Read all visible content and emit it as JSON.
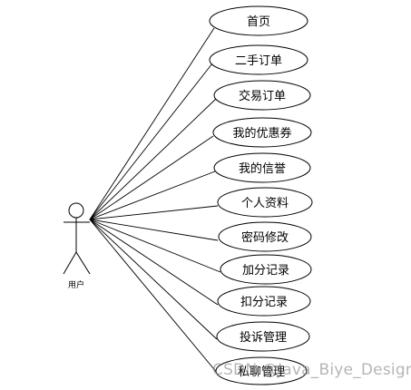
{
  "actor": {
    "label": "用户"
  },
  "use_cases": [
    "首页",
    "二手订单",
    "交易订单",
    "我的优惠券",
    "我的信誉",
    "个人资料",
    "密码修改",
    "加分记录",
    "扣分记录",
    "投诉管理",
    "私聊管理"
  ],
  "watermark": "CSDN @Java_Biye_Design",
  "colors": {
    "stroke": "#000000",
    "background": "#ffffff"
  }
}
